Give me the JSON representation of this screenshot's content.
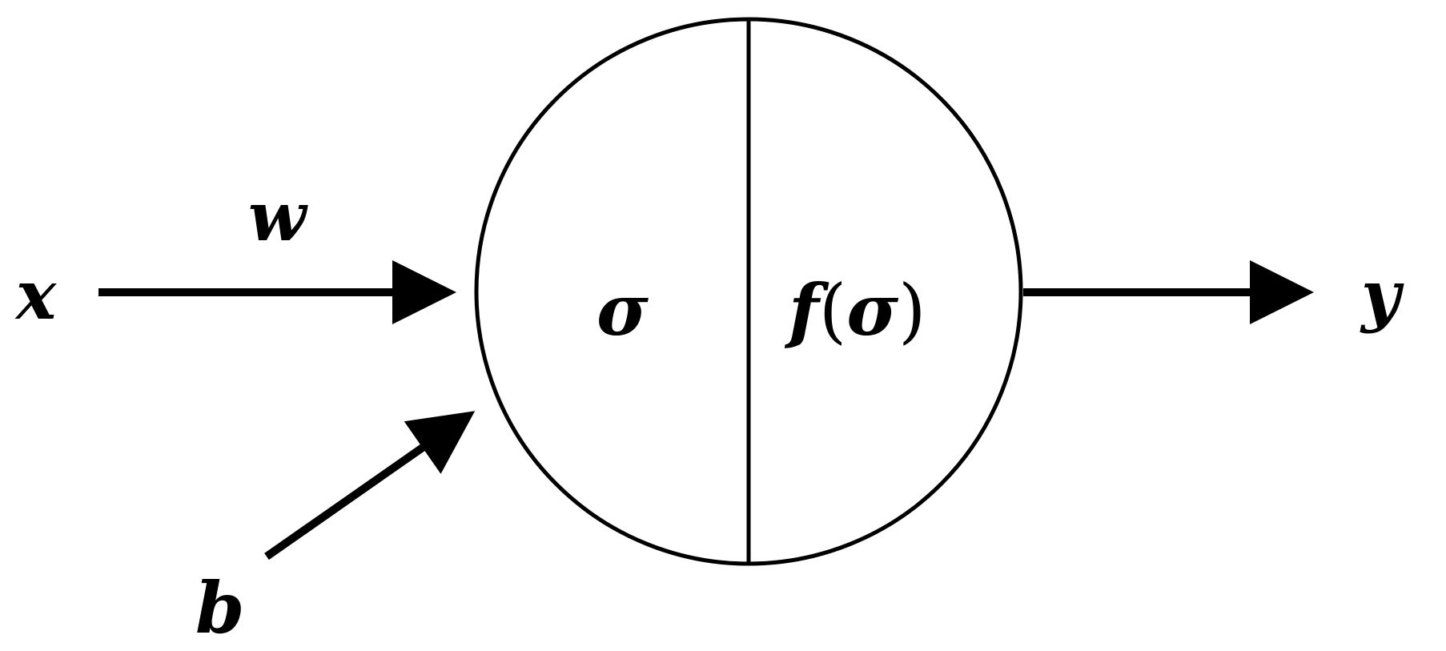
{
  "diagram": {
    "input_label": "x",
    "weight_label": "w",
    "bias_label": "b",
    "sum_label": "σ",
    "activation": {
      "function": "f",
      "open_paren": "(",
      "argument": "σ",
      "close_paren": ")"
    },
    "output_label": "y"
  },
  "colors": {
    "stroke": "#000000",
    "background": "#ffffff"
  }
}
